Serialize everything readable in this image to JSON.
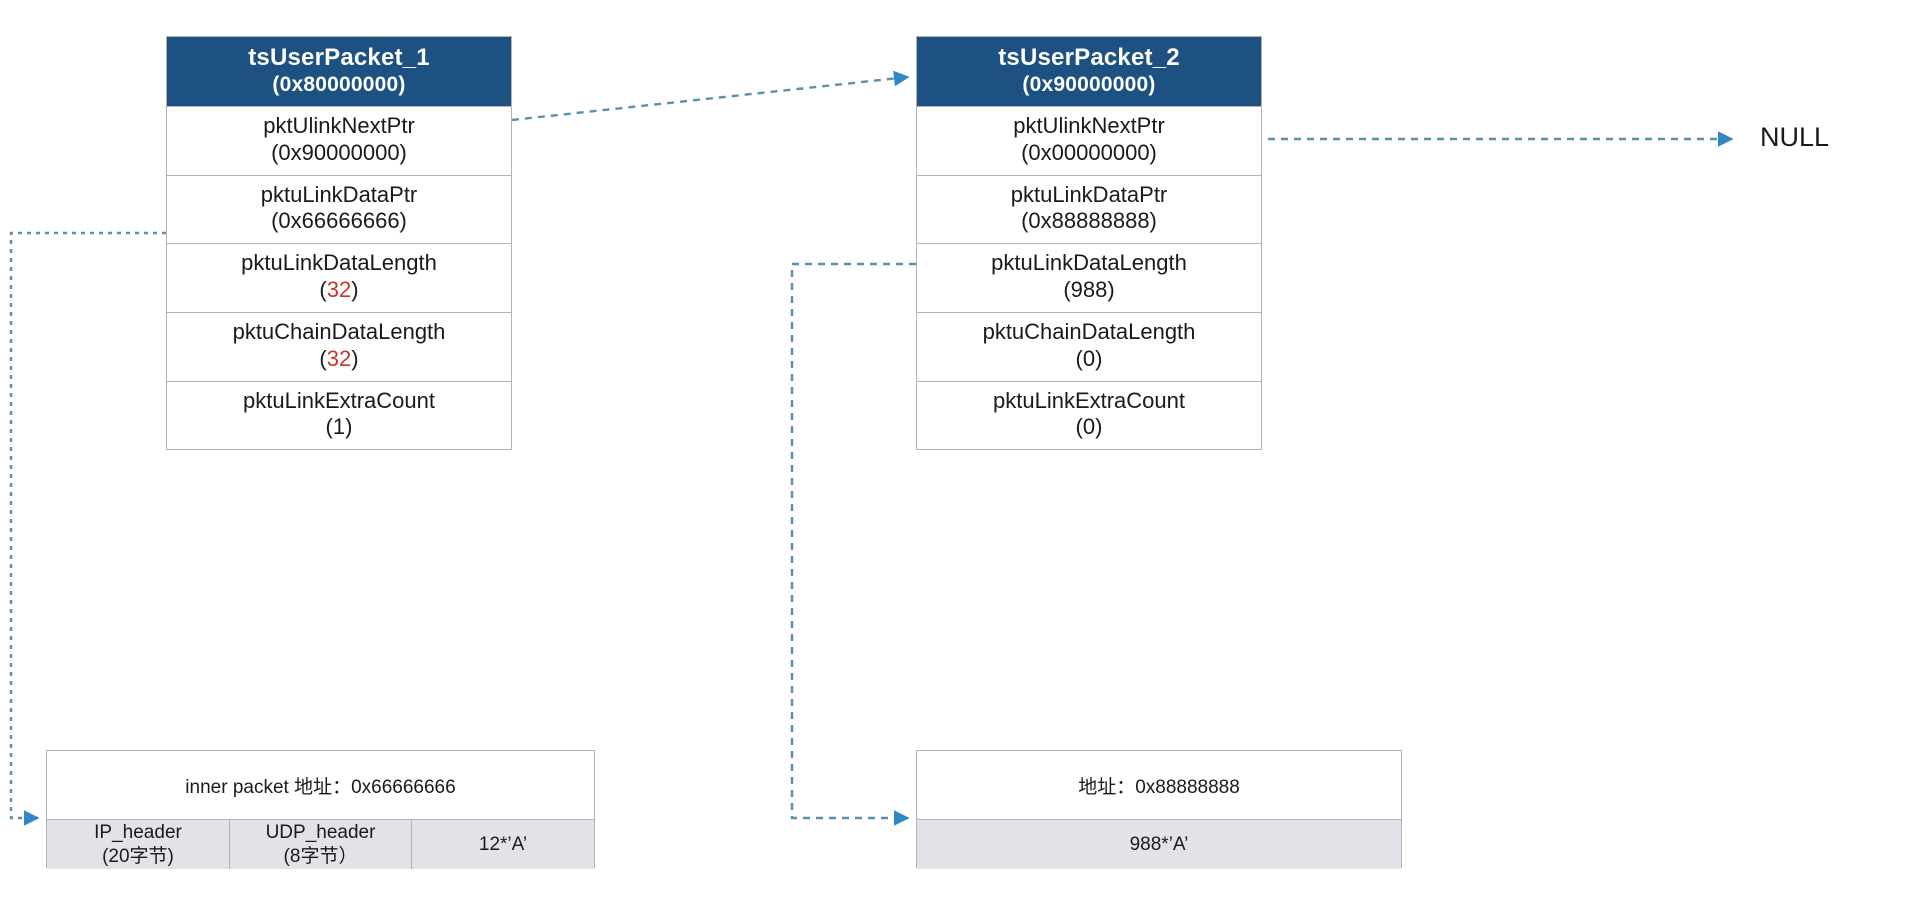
{
  "diagram": {
    "title": "tsUserPacket chain diagram",
    "colors": {
      "header_blue": "#1c5181",
      "arrow_blue": "#3c8dc5",
      "wire_blue": "#5a90ae",
      "highlight_red": "#c0392b",
      "cell_grey": "#e1e3e8",
      "border_grey": "#b3b3b3"
    }
  },
  "packet1": {
    "name": "tsUserPacket_1",
    "address": "(0x80000000)",
    "fields": [
      {
        "label": "pktUlinkNextPtr",
        "value": "(0x90000000)",
        "highlight": false
      },
      {
        "label": "pktuLinkDataPtr",
        "value": "(0x66666666)",
        "highlight": false
      },
      {
        "label": "pktuLinkDataLength",
        "value": "32",
        "highlight": true
      },
      {
        "label": "pktuChainDataLength",
        "value": "32",
        "highlight": true
      },
      {
        "label": "pktuLinkExtraCount",
        "value": "(1)",
        "highlight": false
      }
    ]
  },
  "packet2": {
    "name": "tsUserPacket_2",
    "address": "(0x90000000)",
    "fields": [
      {
        "label": "pktUlinkNextPtr",
        "value": "(0x00000000)",
        "highlight": false
      },
      {
        "label": "pktuLinkDataPtr",
        "value": "(0x88888888)",
        "highlight": false
      },
      {
        "label": "pktuLinkDataLength",
        "value": "(988)",
        "highlight": false
      },
      {
        "label": "pktuChainDataLength",
        "value": "(0)",
        "highlight": false
      },
      {
        "label": "pktuLinkExtraCount",
        "value": "(0)",
        "highlight": false
      }
    ]
  },
  "memory1": {
    "address_label": "inner packet 地址：0x66666666",
    "cells": [
      {
        "label": "IP_header",
        "sub": "(20字节)"
      },
      {
        "label": "UDP_header",
        "sub": "(8字节）"
      },
      {
        "label": "12*’A’",
        "sub": ""
      }
    ]
  },
  "memory2": {
    "address_label": "地址：0x88888888",
    "cells": [
      {
        "label": "988*’A’",
        "sub": ""
      }
    ]
  },
  "labels": {
    "null": "NULL"
  }
}
